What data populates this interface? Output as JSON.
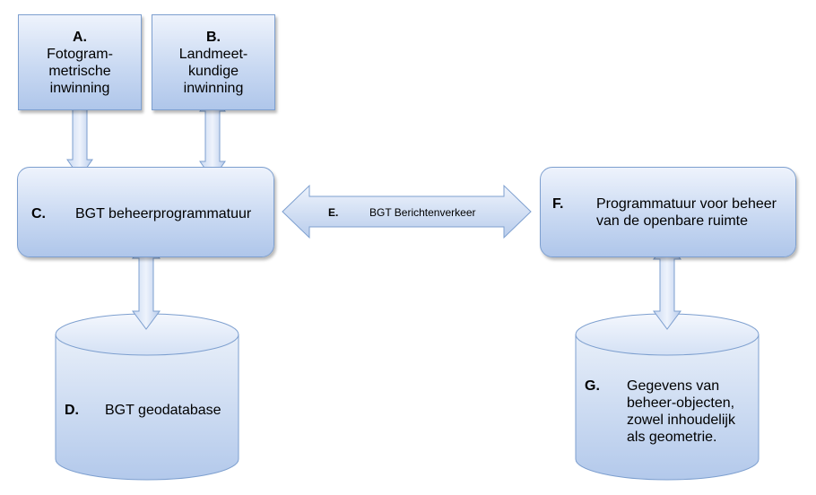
{
  "nodes": {
    "a": {
      "letter": "A.",
      "line1": "Fotogram-",
      "line2": "metrische",
      "line3": "inwinning"
    },
    "b": {
      "letter": "B.",
      "line1": "Landmeet-",
      "line2": "kundige",
      "line3": "inwinning"
    },
    "c": {
      "letter": "C.",
      "label": "BGT beheerprogrammatuur"
    },
    "d": {
      "letter": "D.",
      "label": "BGT geodatabase"
    },
    "e": {
      "letter": "E.",
      "label": "BGT Berichtenverkeer"
    },
    "f": {
      "letter": "F.",
      "line1": "Programmatuur voor beheer",
      "line2": "van de openbare ruimte"
    },
    "g": {
      "letter": "G.",
      "line1": "Gegevens van",
      "line2": "beheer-objecten,",
      "line3": "zowel inhoudelijk",
      "line4": "als geometrie."
    }
  },
  "colors": {
    "fill_top": "#eef3fc",
    "fill_bottom": "#afc6ea",
    "stroke": "#7d9fcf"
  }
}
